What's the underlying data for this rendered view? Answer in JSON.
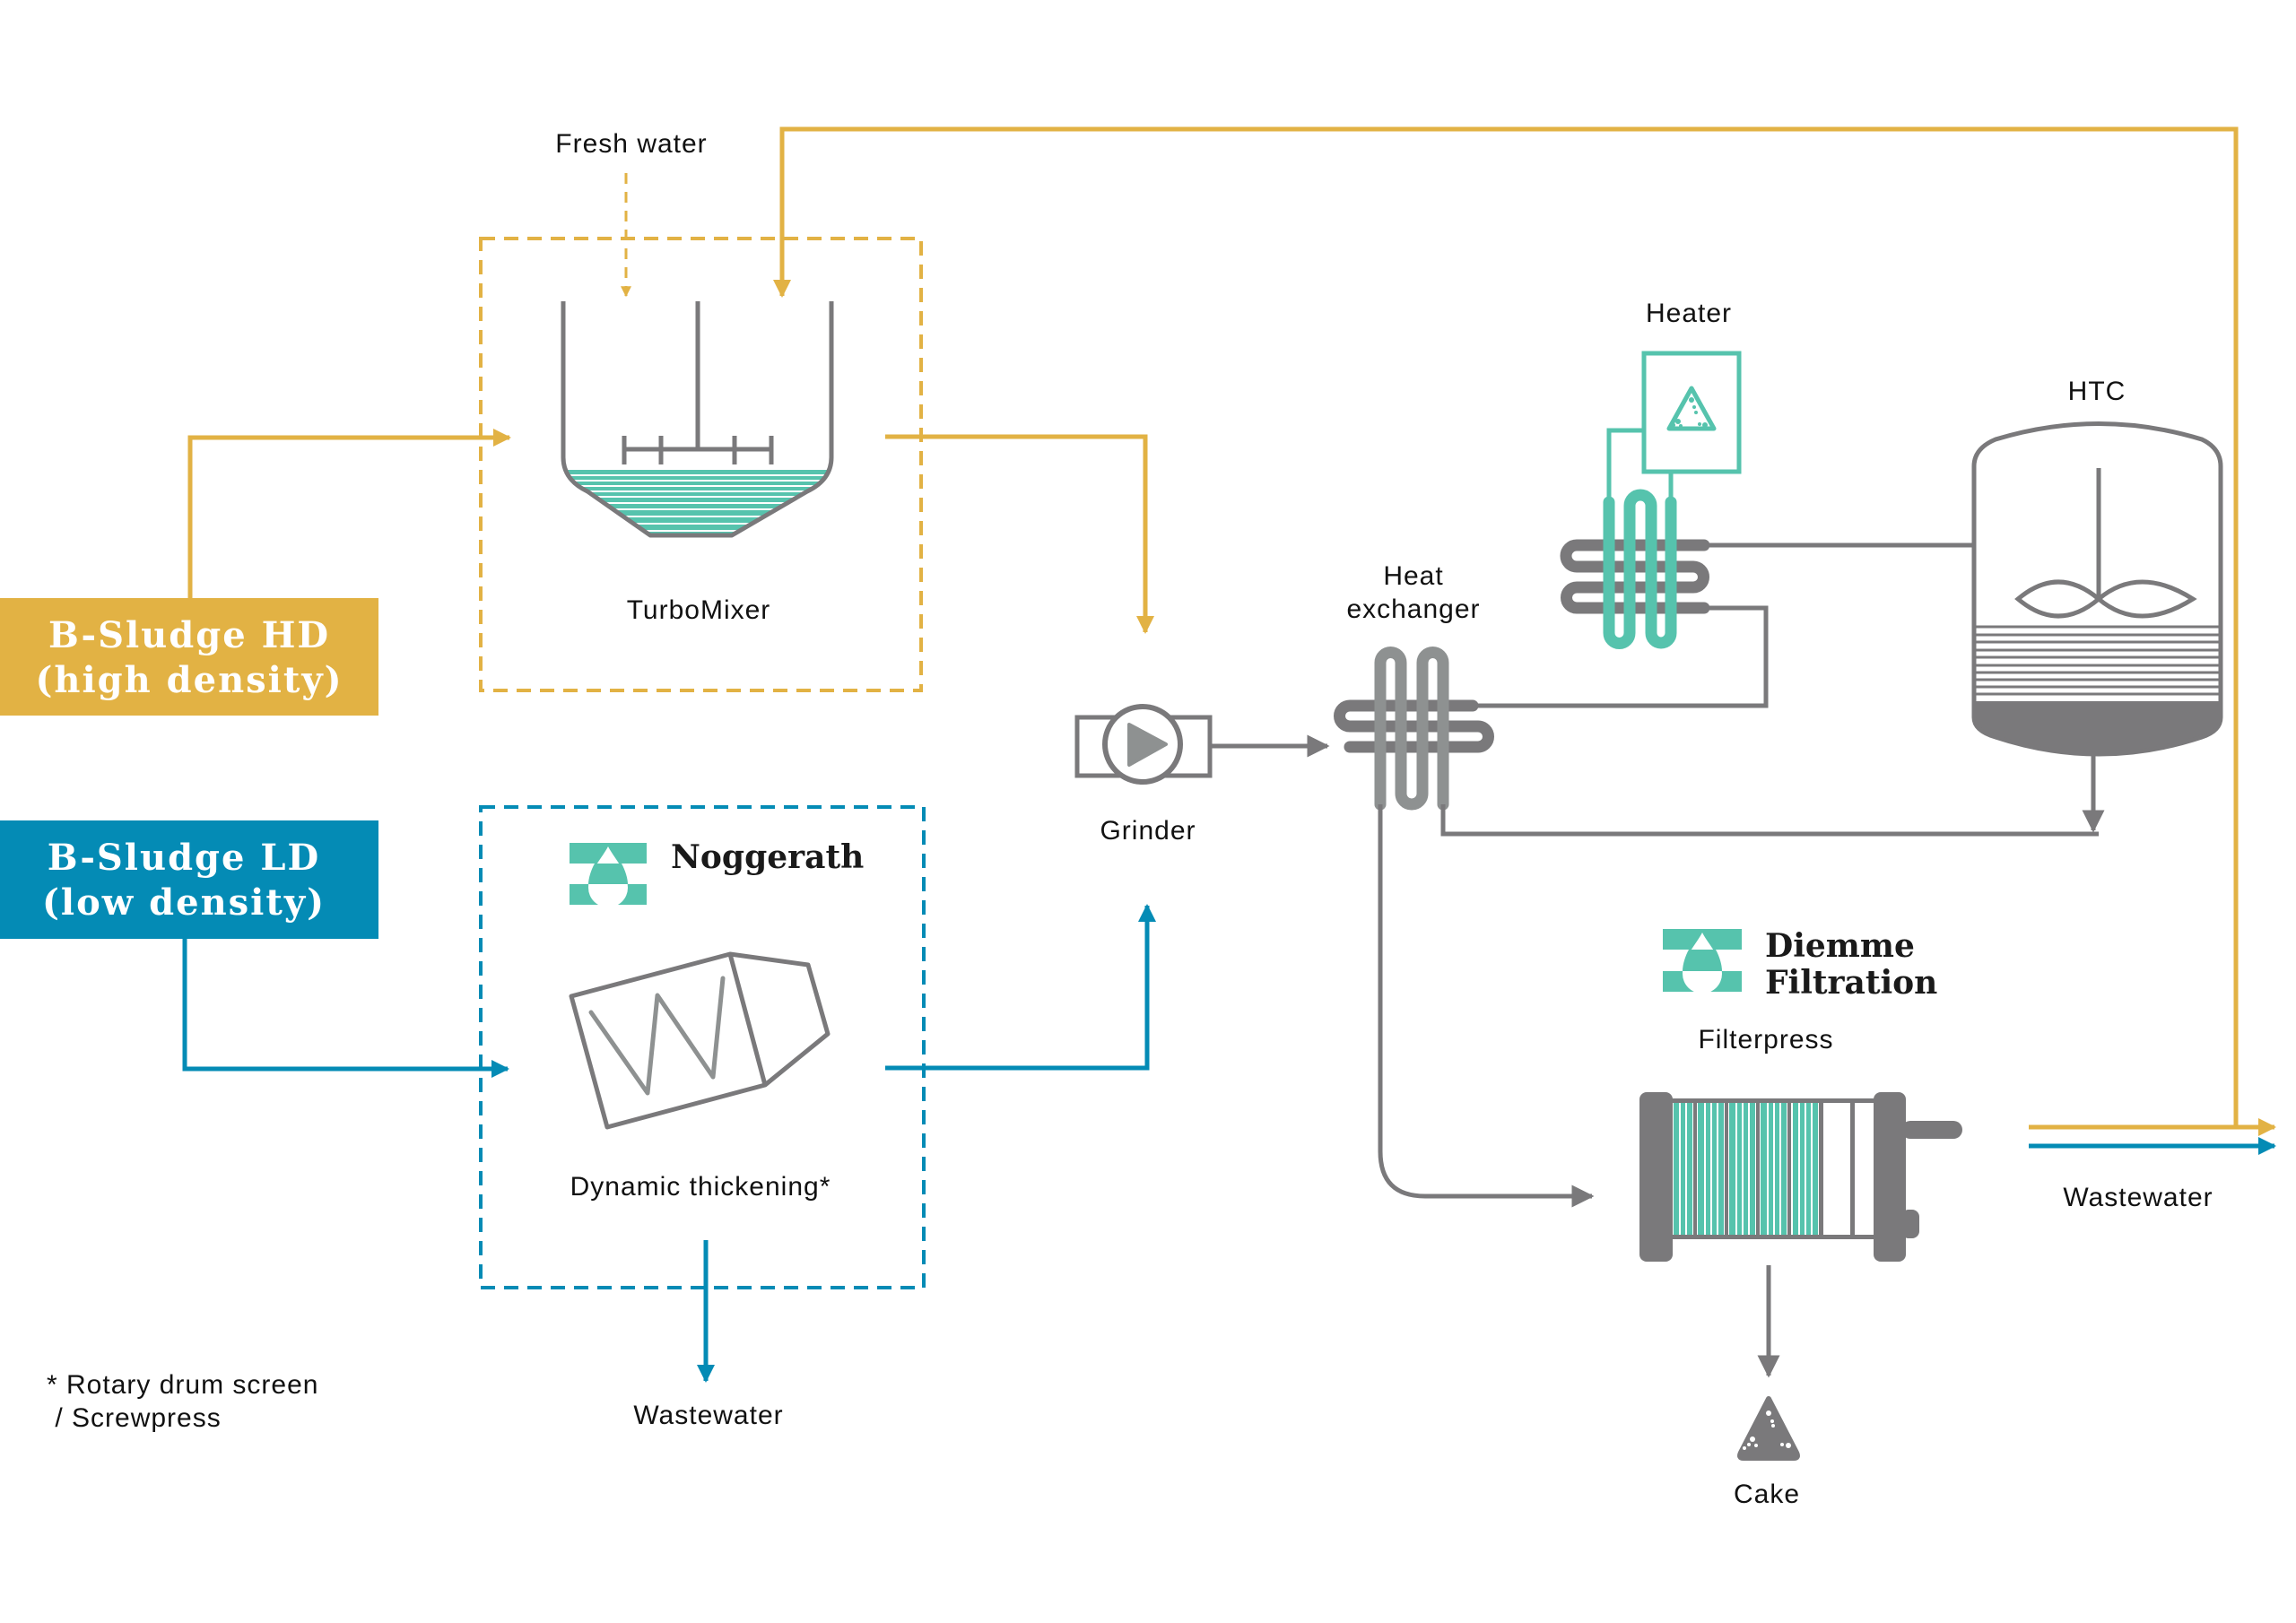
{
  "colors": {
    "hd": "#E2B244",
    "ld": "#048BB5",
    "teal": "#56C3AD",
    "gray": "#7A797B",
    "gray_light": "#8E9191",
    "text": "#111111"
  },
  "sources": {
    "hd": {
      "line1": "B-Sludge HD",
      "line2": "(high density)"
    },
    "ld": {
      "line1": "B-Sludge LD",
      "line2": "(low density)"
    }
  },
  "labels": {
    "fresh_water": "Fresh water",
    "turbomixer": "TurboMixer",
    "grinder": "Grinder",
    "heat_exchanger_1": "Heat",
    "heat_exchanger_2": "exchanger",
    "heater": "Heater",
    "htc": "HTC",
    "dynamic_thickening": "Dynamic thickening*",
    "wastewater_left": "Wastewater",
    "filterpress": "Filterpress",
    "wastewater_right": "Wastewater",
    "cake": "Cake"
  },
  "brands": {
    "noggerath": "Noggerath",
    "diemme_1": "Diemme",
    "diemme_2": "Filtration"
  },
  "footnote": {
    "line1": "* Rotary drum screen",
    "line2": " / Screwpress"
  },
  "icons": {
    "pump": "play-triangle-in-circle",
    "heater_symbol": "flame-triangle-with-dots",
    "cake_symbol": "pile-triangle-with-dots",
    "brand_logo": "droplet-in-bars"
  }
}
